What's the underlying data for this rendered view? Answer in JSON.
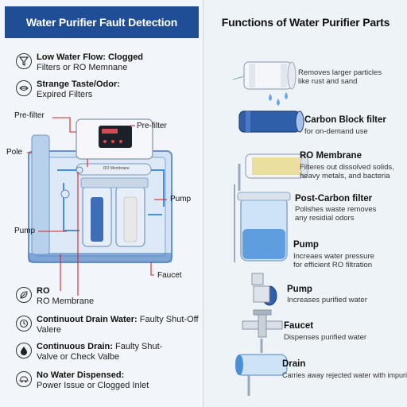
{
  "left": {
    "title": "Water Purifier Fault Detection",
    "faults_top": [
      {
        "title": "Low Water Flow: Clogged",
        "desc": "Filters or RO Memnane",
        "icon": "filter-icon"
      },
      {
        "title": "Strange Taste/Odor:",
        "desc": "Expired Filters",
        "icon": "lips-icon"
      }
    ],
    "labels": {
      "prefilter_left": "Pre-filter",
      "prefilter_right": "Pre-filter",
      "pole": "Pole",
      "pump_right": "Pump",
      "pump_left": "Pump",
      "faucet": "Faucet",
      "ro_filter_label": "RO Membrane"
    },
    "faults_bottom": [
      {
        "title": "RO",
        "desc": "RO Membrane",
        "icon": "leaf-icon"
      },
      {
        "title": "Continuout Drain Water:",
        "desc": "Faulty Shut-Off",
        "desc2": "Valere",
        "icon": "clock-icon"
      },
      {
        "title": "Continuous Drain:",
        "desc": "Faulty Shut-",
        "desc2": "Valve or Check Valbe",
        "icon": "drop-icon"
      },
      {
        "title": "No Water Dispensed:",
        "desc": "Power Issue or Clogged Inlet",
        "icon": "car-icon"
      }
    ]
  },
  "right": {
    "title": "Functions of Water Purifier Parts",
    "parts": [
      {
        "title": "",
        "desc1": "Removes larger particles",
        "desc2": "like rust and sand"
      },
      {
        "title": "Carbon Block filter",
        "desc1": "for on-demand use",
        "desc2": ""
      },
      {
        "title": "RO Membrane",
        "desc1": "Filteres out dissolved solids,",
        "desc2": "heavy metals, and bacteria"
      },
      {
        "title": "Post-Carbon filter",
        "desc1": "Polishes waste removes",
        "desc2": "any residial odors"
      },
      {
        "title": "Pump",
        "desc1": "Increaes water pressure",
        "desc2": "for efficient RO filtration"
      },
      {
        "title": "Pump",
        "desc1": "Increases purified water",
        "desc2": ""
      },
      {
        "title": "Faucet",
        "desc1": "Dispenses purified water",
        "desc2": ""
      },
      {
        "title": "Drain",
        "desc1": "Carries away rejected water with impurities",
        "desc2": ""
      }
    ]
  },
  "colors": {
    "header_blue": "#1f4e96",
    "leader_red": "#d0262a",
    "water_blue": "#4a90d9",
    "filter_blue": "#2f5fa8"
  }
}
